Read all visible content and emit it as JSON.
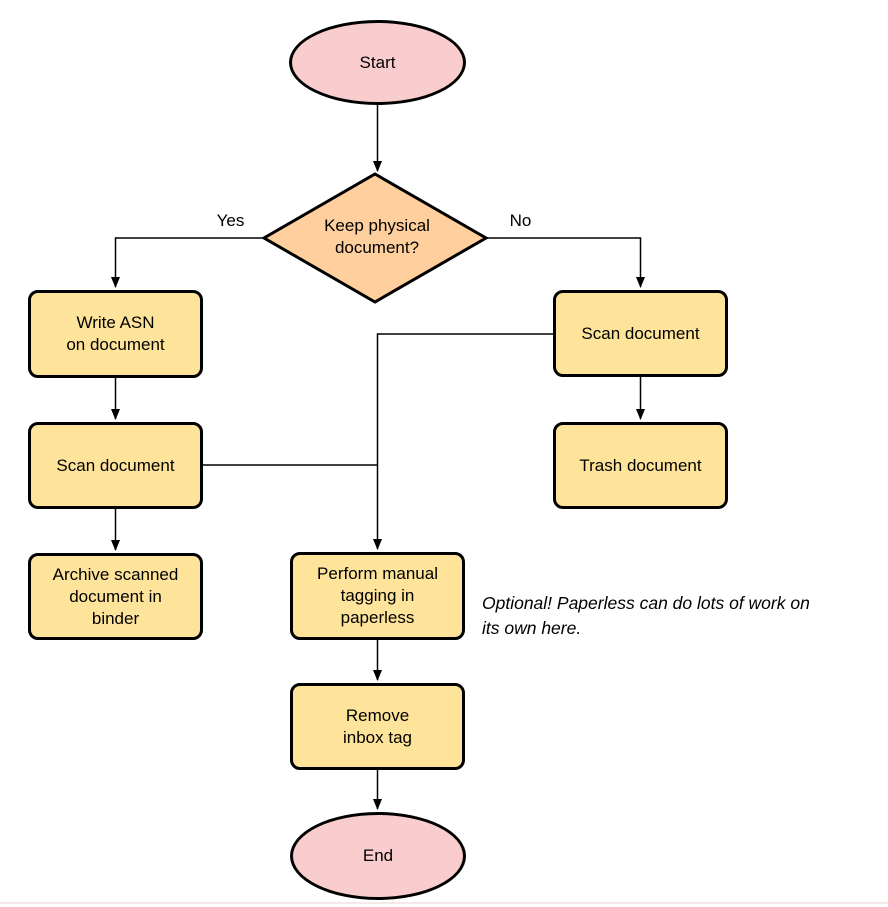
{
  "diagram": {
    "nodes": {
      "start": {
        "label": "Start"
      },
      "decision": {
        "lines": [
          "Keep physical",
          "document?"
        ]
      },
      "write_asn": {
        "lines": [
          "Write ASN",
          "on document"
        ]
      },
      "scan_left": {
        "label": "Scan document"
      },
      "archive": {
        "lines": [
          "Archive scanned",
          "document in",
          "binder"
        ]
      },
      "scan_right": {
        "label": "Scan document"
      },
      "trash": {
        "label": "Trash document"
      },
      "tagging": {
        "lines": [
          "Perform manual",
          "tagging in",
          "paperless"
        ]
      },
      "remove_inbox": {
        "lines": [
          "Remove",
          "inbox tag"
        ]
      },
      "end": {
        "label": "End"
      }
    },
    "edge_labels": {
      "yes": "Yes",
      "no": "No"
    },
    "annotation": {
      "lines": [
        "Optional! Paperless can do lots of work on",
        "its own here."
      ]
    },
    "colors": {
      "terminator_fill": "#f9cdce",
      "decision_fill": "#ffcf9e",
      "process_fill": "#fee49a",
      "stroke": "#000000",
      "footer_line": "#f5e9e9"
    }
  }
}
